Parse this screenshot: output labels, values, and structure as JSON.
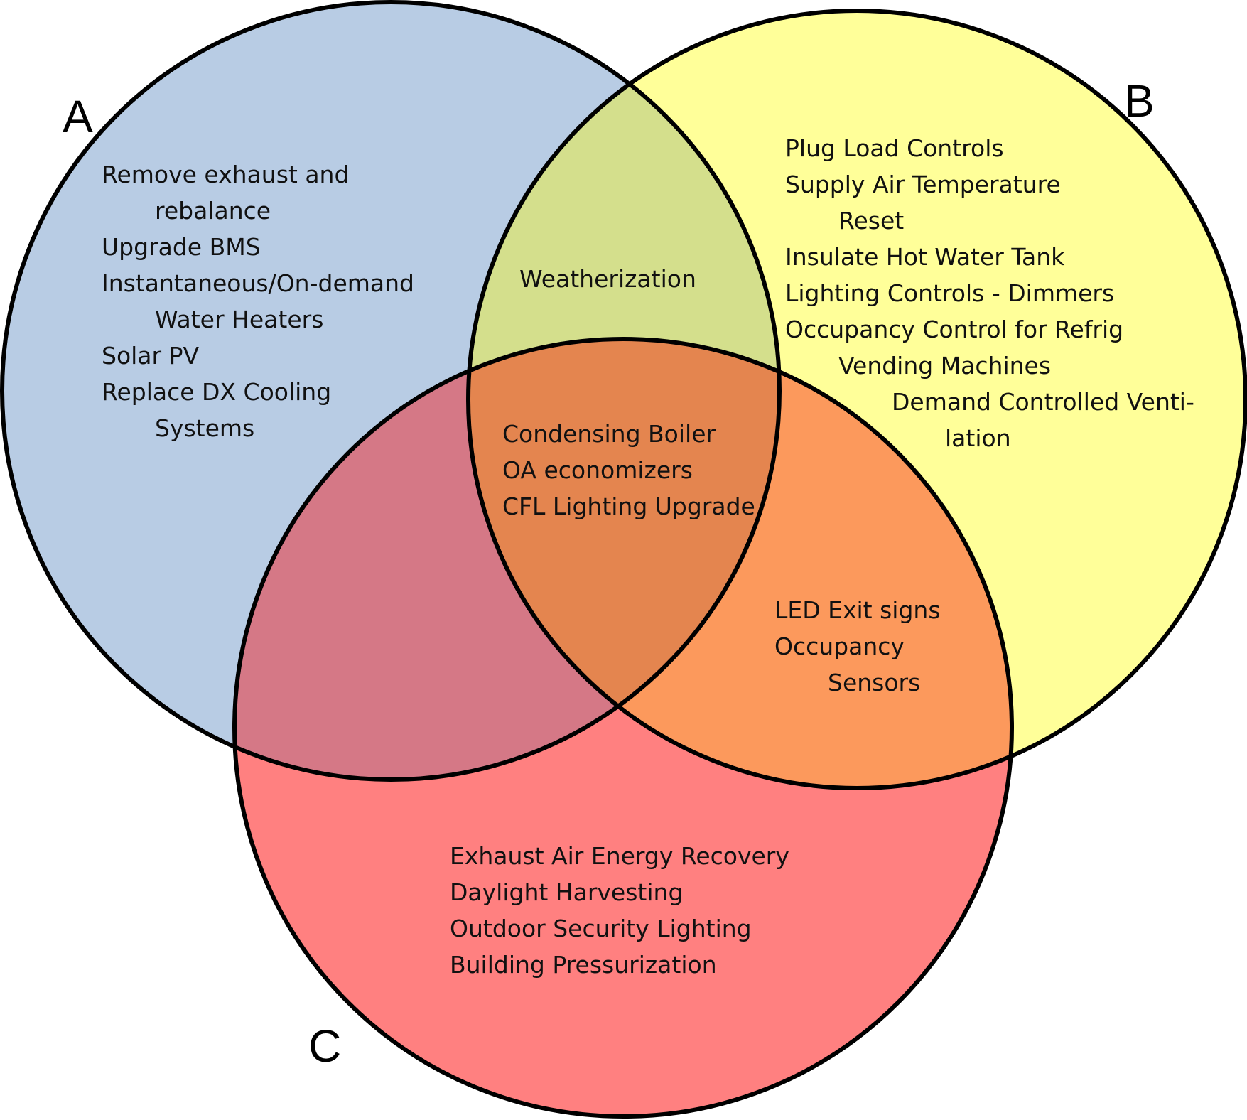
{
  "colors": {
    "set_a": "#b8cce4",
    "set_b": "#ffff99",
    "set_c": "#ff8080",
    "ab": "#d4df8c",
    "ac": "#d57886",
    "bc": "#fc995c",
    "abc": "#e4854f",
    "outline": "#000000"
  },
  "sets": {
    "a": {
      "label": "A"
    },
    "b": {
      "label": "B"
    },
    "c": {
      "label": "C"
    }
  },
  "regions": {
    "a_only": {
      "items": [
        [
          "Remove exhaust and",
          "rebalance"
        ],
        [
          "Upgrade BMS"
        ],
        [
          "Instantaneous/On-demand",
          "Water Heaters"
        ],
        [
          "Solar PV"
        ],
        [
          "Replace DX Cooling",
          "Systems"
        ]
      ]
    },
    "b_only": {
      "items": [
        [
          "Plug Load Controls"
        ],
        [
          "Supply Air Temperature",
          "Reset"
        ],
        [
          "Insulate Hot Water Tank"
        ],
        [
          "Lighting Controls - Dimmers"
        ],
        [
          "Occupancy Control for Refrig",
          "Vending Machines"
        ],
        [
          "Demand Controlled Venti-",
          "lation"
        ]
      ]
    },
    "c_only": {
      "items": [
        [
          "Exhaust Air Energy Recovery"
        ],
        [
          "Daylight Harvesting"
        ],
        [
          "Outdoor Security Lighting"
        ],
        [
          "Building Pressurization"
        ]
      ]
    },
    "ab": {
      "items": [
        [
          "Weatherization"
        ]
      ]
    },
    "abc": {
      "items": [
        [
          "Condensing Boiler"
        ],
        [
          "OA economizers"
        ],
        [
          "CFL Lighting Upgrade"
        ]
      ]
    },
    "bc": {
      "items": [
        [
          "LED Exit signs"
        ],
        [
          "Occupancy",
          "Sensors"
        ]
      ]
    }
  }
}
